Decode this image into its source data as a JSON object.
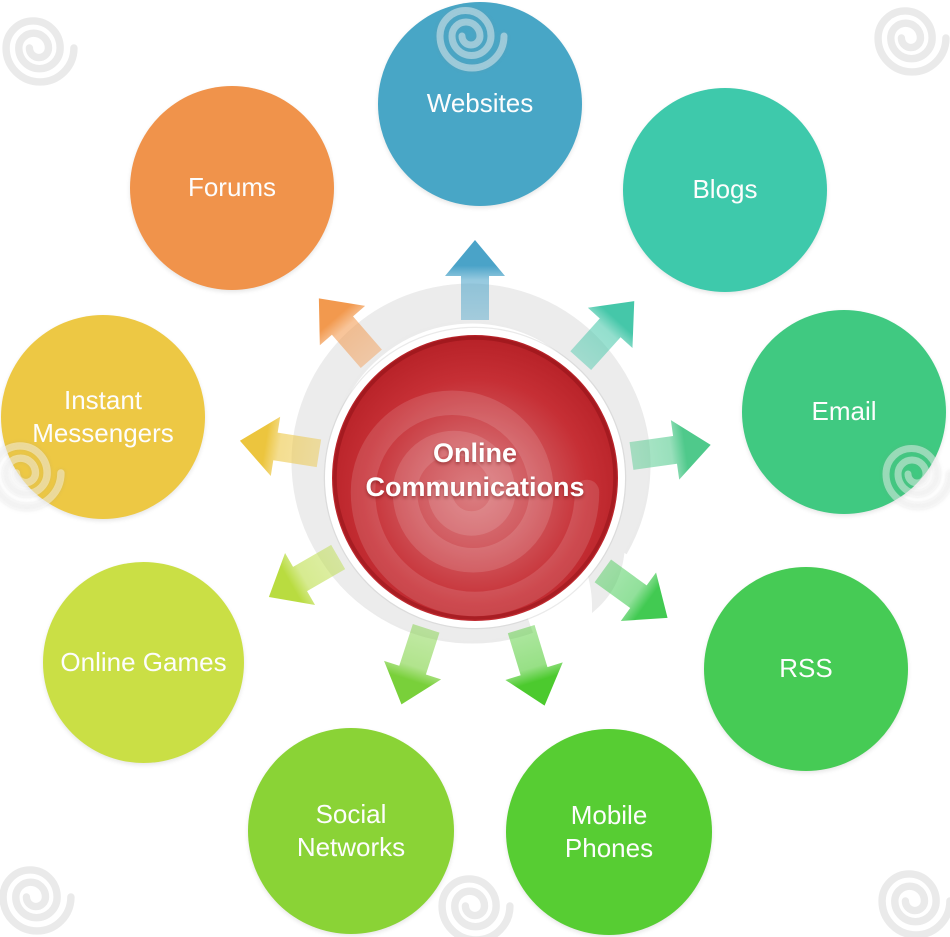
{
  "title": "Online Communications business diagram",
  "background": "#ffffff",
  "hub": {
    "label_line1": "Online",
    "label_line2": "Communications",
    "text_color": "#ffffff",
    "ring_color": "#ececec",
    "ring_shadow_color": "#e2e2e2",
    "rim_color": "#ffffff",
    "inner_edge_color": "rgba(130,10,15,0.38)",
    "spiral_overlay_color": "rgba(255,255,255,0.13)",
    "gradient": [
      "#db7e81",
      "#d25f64",
      "#c62f35",
      "#b21d23",
      "#a5151b"
    ]
  },
  "nodes": [
    {
      "id": "websites",
      "label": "Websites",
      "color": "#48a6c6",
      "arrow_color": "#4aa3c8"
    },
    {
      "id": "blogs",
      "label": "Blogs",
      "color": "#3ec9ab",
      "arrow_color": "#45c7a9"
    },
    {
      "id": "email",
      "label": "Email",
      "color": "#40c981",
      "arrow_color": "#4fc98b"
    },
    {
      "id": "rss",
      "label": "RSS",
      "color": "#46cb55",
      "arrow_color": "#42ca52"
    },
    {
      "id": "mobile-phones",
      "label": "Mobile Phones",
      "color": "#57cd33",
      "arrow_color": "#4cca2e"
    },
    {
      "id": "social-networks",
      "label": "Social Networks",
      "color": "#8ad336",
      "arrow_color": "#79d03a"
    },
    {
      "id": "online-games",
      "label": "Online Games",
      "color": "#cadf45",
      "arrow_color": "#b9dc40"
    },
    {
      "id": "instant-messengers",
      "label": "Instant Messengers",
      "color": "#edc844",
      "arrow_color": "#ecc53e"
    },
    {
      "id": "forums",
      "label": "Forums",
      "color": "#f0934b",
      "arrow_color": "#f2994e"
    }
  ],
  "watermark": {
    "icon": "spiral-watermark",
    "stroke_on_white": "#eaeaea",
    "stroke_on_color": "rgba(255,255,255,0.42)"
  }
}
